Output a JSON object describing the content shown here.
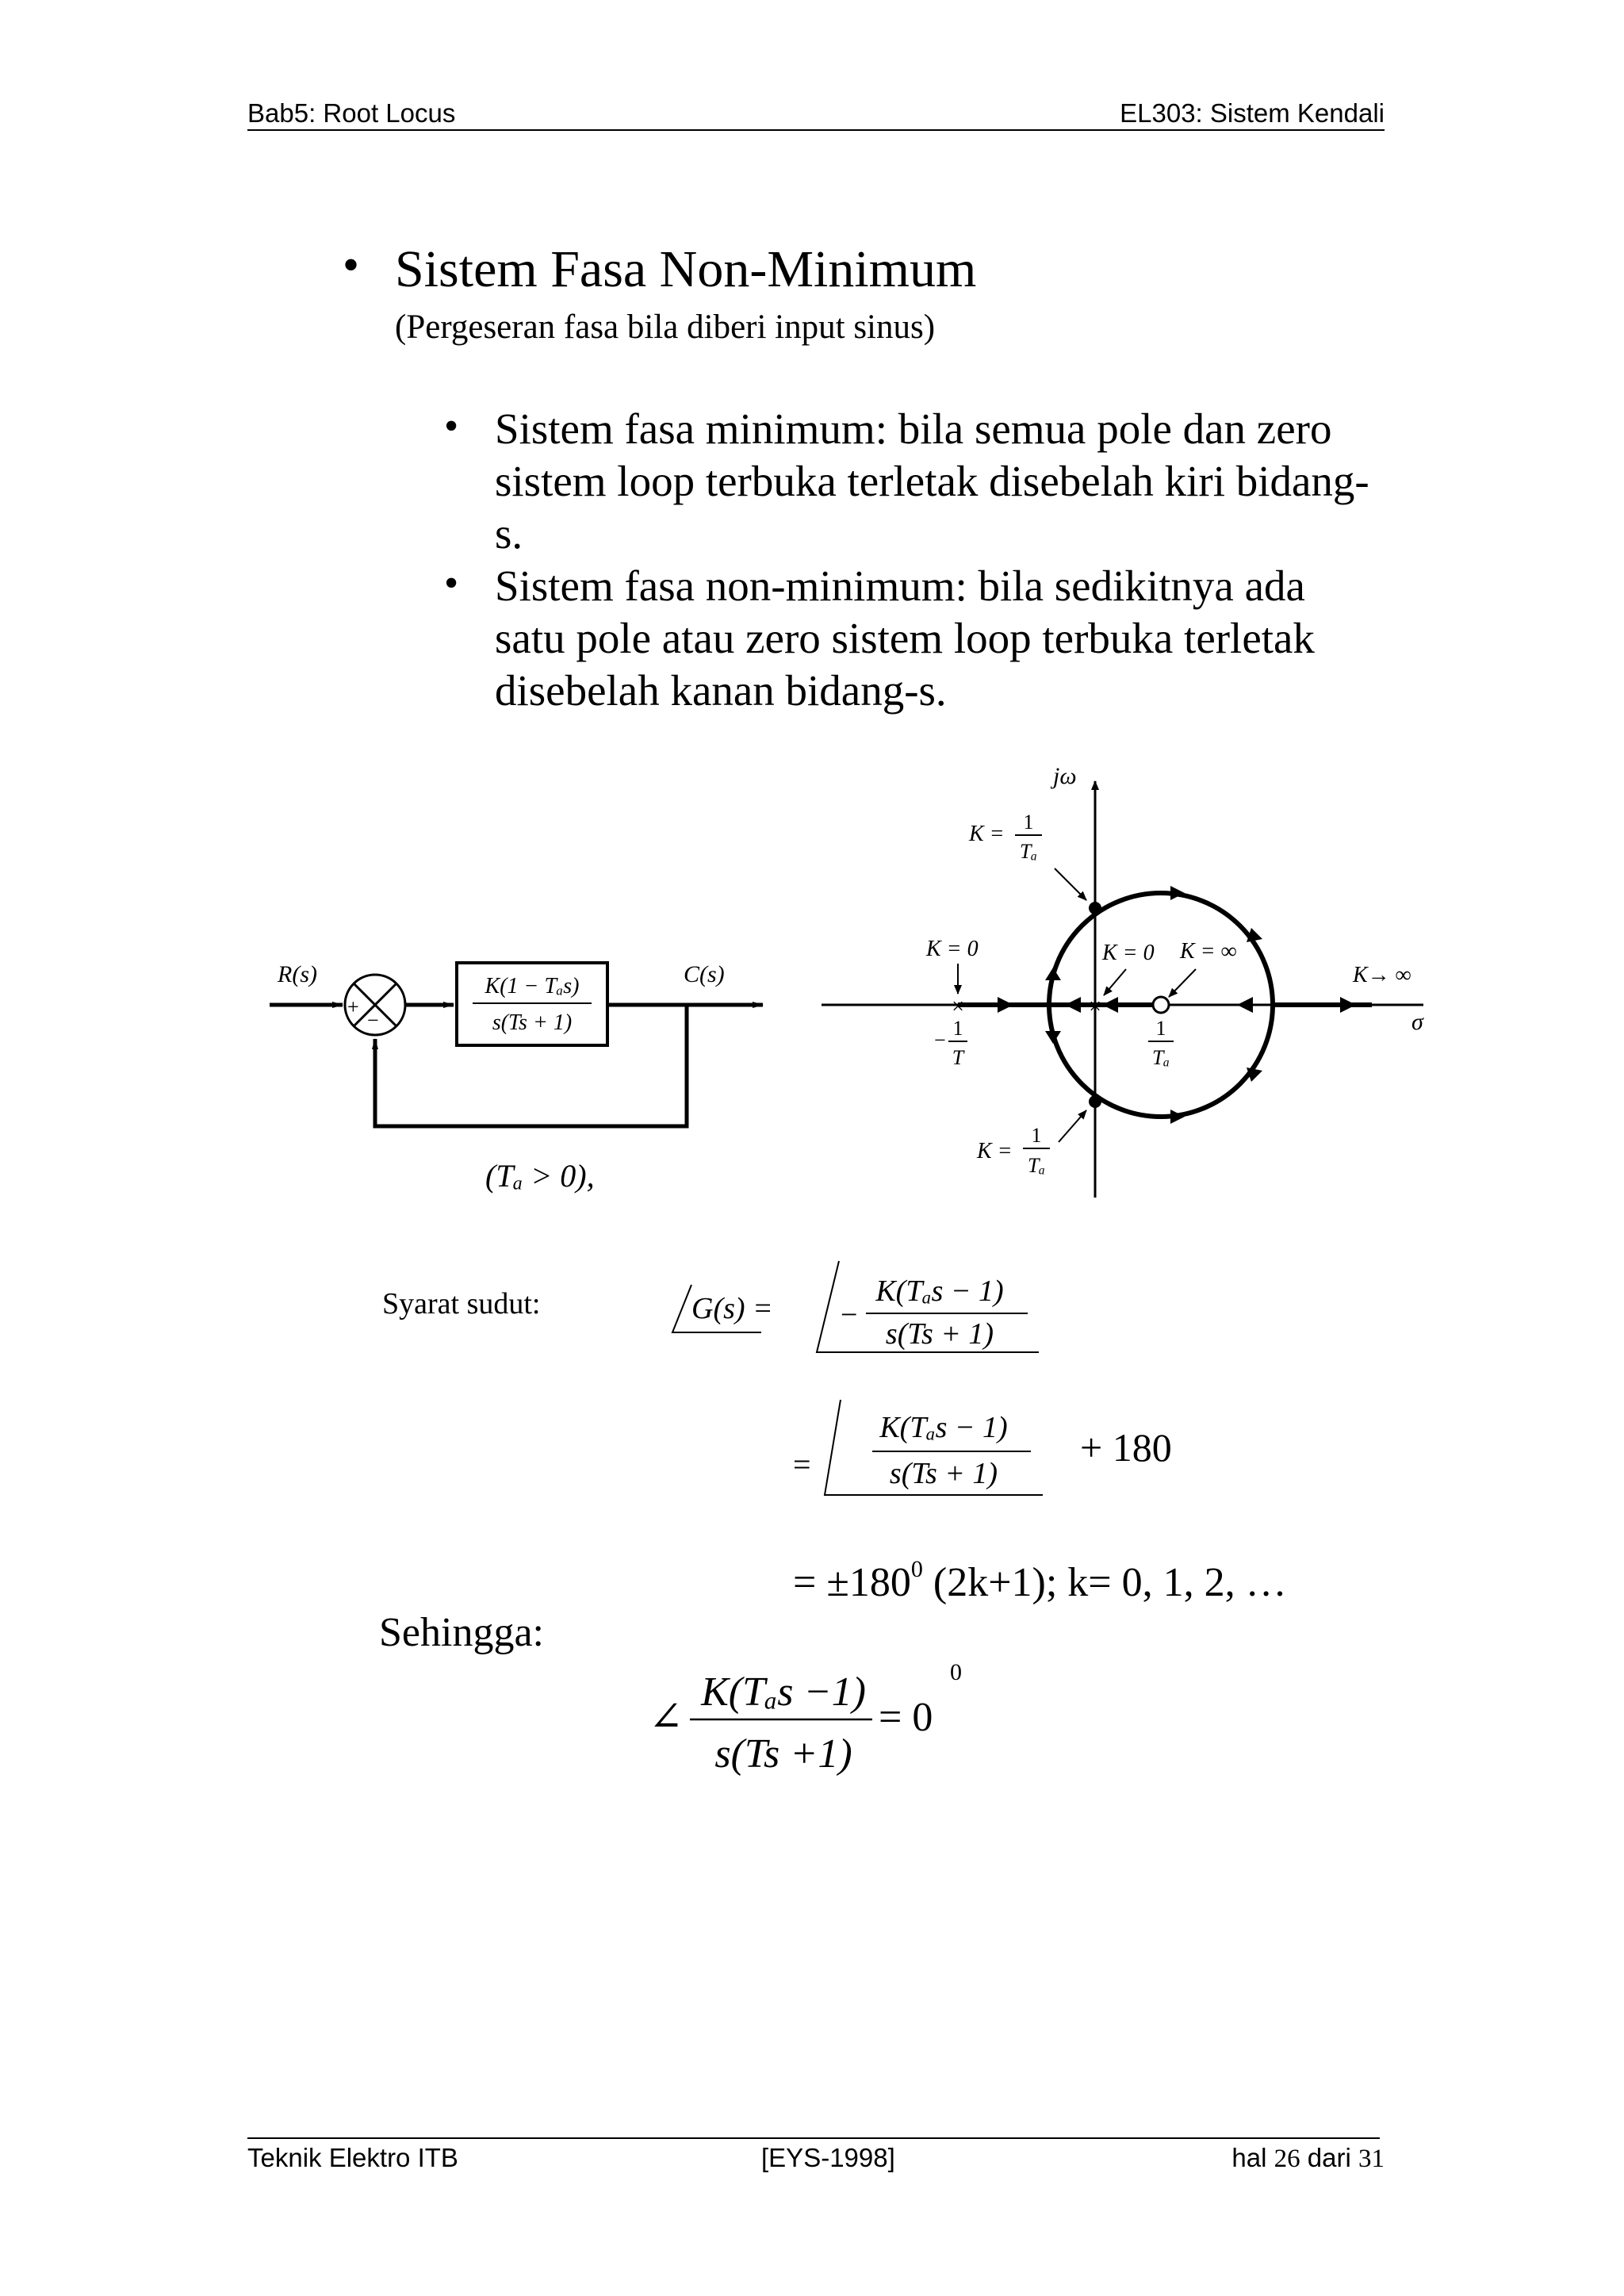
{
  "header": {
    "left": "Bab5: Root Locus",
    "right": "EL303: Sistem Kendali"
  },
  "section": {
    "title": "Sistem Fasa Non-Minimum",
    "subtitle": "(Pergeseran fasa bila diberi input sinus)",
    "bullets": [
      {
        "lines": [
          "Sistem fasa minimum: bila semua pole dan zero",
          "sistem loop terbuka terletak disebelah kiri bidang-",
          "s."
        ]
      },
      {
        "lines": [
          "Sistem fasa non-minimum: bila sedikitnya ada",
          "satu pole atau zero sistem loop terbuka terletak",
          "disebelah kanan bidang-s."
        ]
      }
    ]
  },
  "block_diagram": {
    "input": "R(s)",
    "output": "C(s)",
    "plus": "+",
    "minus": "−",
    "tf_num": "K(1 − Tₐs)",
    "tf_den": "s(Ts + 1)",
    "condition": "(Tₐ > 0),"
  },
  "root_locus": {
    "jw": "jω",
    "sigma": "σ",
    "k_top": "K =",
    "k_top_frac_num": "1",
    "k_top_frac_den": "Tₐ",
    "k_zero_left": "K = 0",
    "k_zero_origin": "K = 0",
    "k_inf": "K = ∞",
    "k_to_inf": "K→ ∞",
    "pole_label_num": "1",
    "pole_label_den": "T",
    "pole_label_sign": "−",
    "zero_label_num": "1",
    "zero_label_den": "Tₐ",
    "k_bot": "K =",
    "k_bot_frac_num": "1",
    "k_bot_frac_den": "Tₐ"
  },
  "angle_condition": {
    "label": "Syarat sudut:",
    "lhs": "G(s) =",
    "eq1_sign": "−",
    "eq1_num": "K(Tₐs − 1)",
    "eq1_den": "s(Ts + 1)",
    "eq2_prefix": "=",
    "eq2_num": "K(Tₐs − 1)",
    "eq2_den": "s(Ts + 1)",
    "eq2_suffix": "+ 180",
    "eq3": "=  ±180",
    "eq3_sup": "0",
    "eq3_rest": " (2k+1);  k= 0, 1, 2, …"
  },
  "result": {
    "label": "Sehingga:",
    "angle": "∠",
    "num": "K(Tₐs −1)",
    "den": "s(Ts +1)",
    "rhs": "= 0",
    "sup": "0"
  },
  "footer": {
    "left": "Teknik Elektro ITB",
    "center": "[EYS-1998]",
    "right_prefix": "hal ",
    "page": "26",
    "of": "  dari  ",
    "total": "31"
  }
}
